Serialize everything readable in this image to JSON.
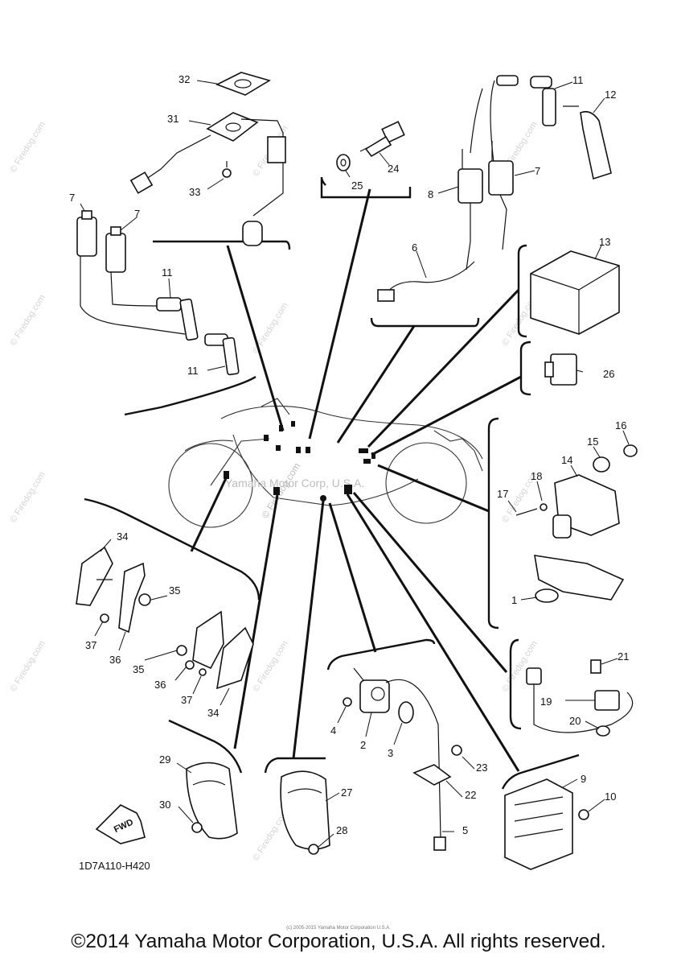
{
  "diagram": {
    "watermark_text": "© Firedog.com",
    "center_watermark": "Yamaha Motor Corp, U.S.A.",
    "reference_code": "1D7A110-H420",
    "fwd_label": "FWD",
    "callouts": [
      {
        "id": "c32",
        "label": "32"
      },
      {
        "id": "c31",
        "label": "31"
      },
      {
        "id": "c33",
        "label": "33"
      },
      {
        "id": "c7a",
        "label": "7"
      },
      {
        "id": "c7b",
        "label": "7"
      },
      {
        "id": "c11a",
        "label": "11"
      },
      {
        "id": "c11b",
        "label": "11"
      },
      {
        "id": "c24",
        "label": "24"
      },
      {
        "id": "c25",
        "label": "25"
      },
      {
        "id": "c11c",
        "label": "11"
      },
      {
        "id": "c12",
        "label": "12"
      },
      {
        "id": "c7c",
        "label": "7"
      },
      {
        "id": "c8",
        "label": "8"
      },
      {
        "id": "c6",
        "label": "6"
      },
      {
        "id": "c13",
        "label": "13"
      },
      {
        "id": "c26",
        "label": "26"
      },
      {
        "id": "c16",
        "label": "16"
      },
      {
        "id": "c15",
        "label": "15"
      },
      {
        "id": "c14",
        "label": "14"
      },
      {
        "id": "c18",
        "label": "18"
      },
      {
        "id": "c17",
        "label": "17"
      },
      {
        "id": "c1",
        "label": "1"
      },
      {
        "id": "c34a",
        "label": "34"
      },
      {
        "id": "c35a",
        "label": "35"
      },
      {
        "id": "c37a",
        "label": "37"
      },
      {
        "id": "c36a",
        "label": "36"
      },
      {
        "id": "c35b",
        "label": "35"
      },
      {
        "id": "c36b",
        "label": "36"
      },
      {
        "id": "c37b",
        "label": "37"
      },
      {
        "id": "c34b",
        "label": "34"
      },
      {
        "id": "c4",
        "label": "4"
      },
      {
        "id": "c2",
        "label": "2"
      },
      {
        "id": "c3",
        "label": "3"
      },
      {
        "id": "c21",
        "label": "21"
      },
      {
        "id": "c19",
        "label": "19"
      },
      {
        "id": "c20",
        "label": "20"
      },
      {
        "id": "c29",
        "label": "29"
      },
      {
        "id": "c30",
        "label": "30"
      },
      {
        "id": "c27",
        "label": "27"
      },
      {
        "id": "c28",
        "label": "28"
      },
      {
        "id": "c23",
        "label": "23"
      },
      {
        "id": "c22",
        "label": "22"
      },
      {
        "id": "c5",
        "label": "5"
      },
      {
        "id": "c9",
        "label": "9"
      },
      {
        "id": "c10",
        "label": "10"
      }
    ]
  },
  "footer": {
    "tiny_text": "(c) 2005-2015 Yamaha Motor Corporation U.S.A.",
    "copyright": "©2014 Yamaha Motor Corporation, U.S.A. All rights reserved."
  }
}
